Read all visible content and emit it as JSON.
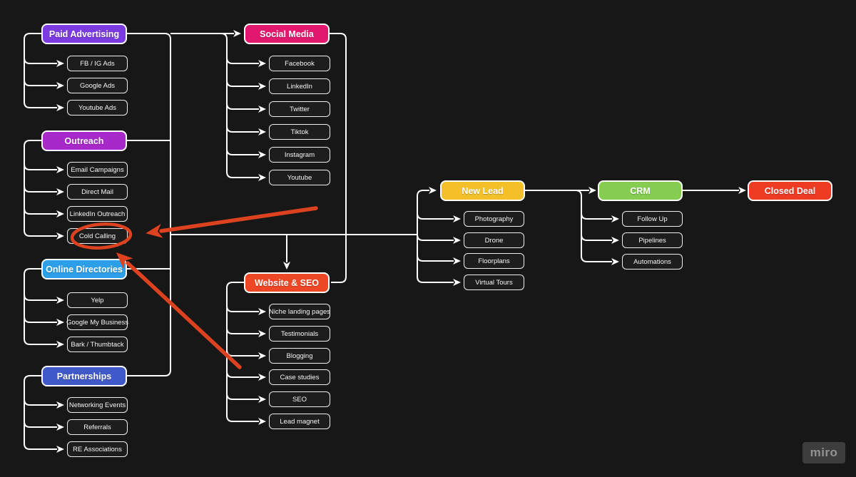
{
  "canvas": {
    "background": "#171717",
    "connector_color": "#ffffff",
    "child_fill": "#1d1d1d"
  },
  "mindmap": {
    "categories": [
      {
        "label": "Paid Advertising",
        "color": "#7b3be0",
        "text_color": "#ffffff",
        "children": [
          "FB / IG Ads",
          "Google Ads",
          "Youtube Ads"
        ]
      },
      {
        "label": "Outreach",
        "color": "#a829c9",
        "text_color": "#ffffff",
        "children": [
          "Email Campaigns",
          "Direct Mail",
          "LinkedIn Outreach",
          "Cold Calling"
        ]
      },
      {
        "label": "Online Directories",
        "color": "#2d9fe8",
        "text_color": "#ffffff",
        "children": [
          "Yelp",
          "Google My Business",
          "Bark / Thumbtack"
        ]
      },
      {
        "label": "Partnerships",
        "color": "#4059c8",
        "text_color": "#ffffff",
        "children": [
          "Networking Events",
          "Referrals",
          "RE Associations"
        ]
      },
      {
        "label": "Social Media",
        "color": "#e2186f",
        "text_color": "#ffffff",
        "children": [
          "Facebook",
          "LinkedIn",
          "Twitter",
          "Tiktok",
          "Instagram",
          "Youtube"
        ]
      },
      {
        "label": "Website & SEO",
        "color": "#ee4726",
        "text_color": "#ffffff",
        "children": [
          "Niche landing pages",
          "Testimonials",
          "Blogging",
          "Case studies",
          "SEO",
          "Lead magnet"
        ]
      },
      {
        "label": "New Lead",
        "color": "#f3c029",
        "text_color": "#ffffff",
        "children": [
          "Photography",
          "Drone",
          "Floorplans",
          "Virtual Tours"
        ]
      },
      {
        "label": "CRM",
        "color": "#85cc50",
        "text_color": "#ffffff",
        "children": [
          "Follow Up",
          "Pipelines",
          "Automations"
        ]
      },
      {
        "label": "Closed Deal",
        "color": "#ee3b23",
        "text_color": "#ffffff",
        "children": []
      }
    ],
    "annotations": {
      "highlight_color": "#dc421f",
      "circled_item": "Cold Calling",
      "arrow_count": 2
    }
  },
  "watermark": {
    "label": "miro"
  }
}
